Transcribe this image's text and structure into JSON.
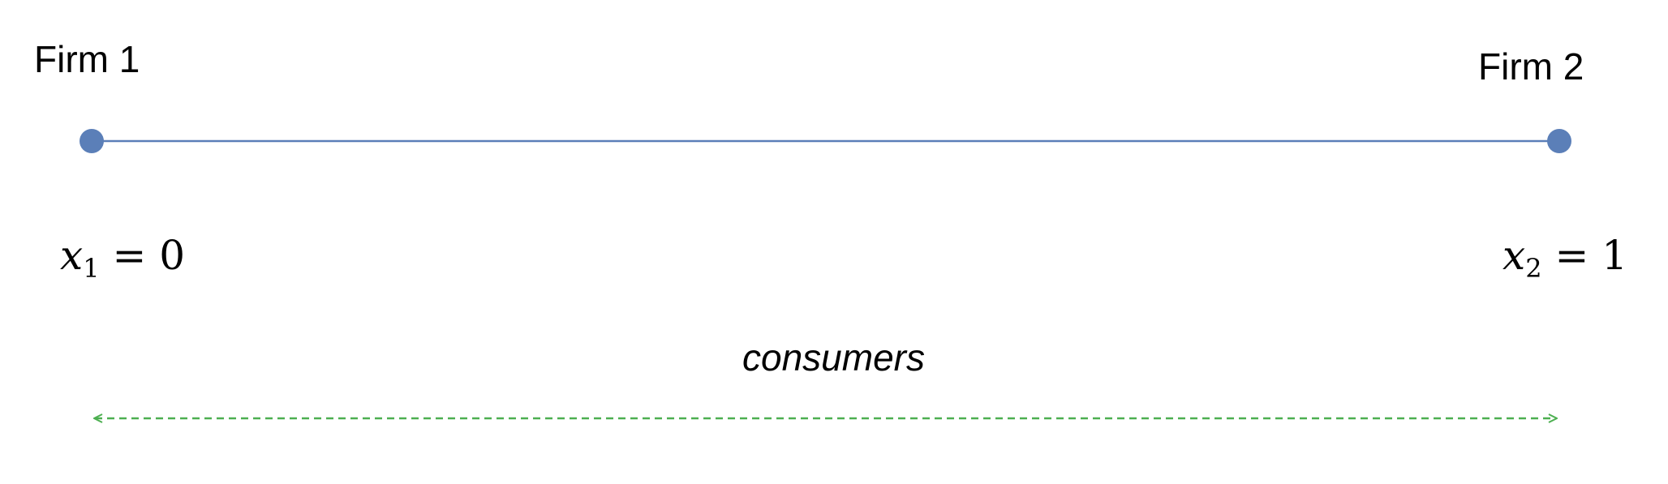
{
  "firm1": {
    "label": "Firm 1",
    "position_var": "x",
    "position_sub": "1",
    "position_value": "0"
  },
  "firm2": {
    "label": "Firm 2",
    "position_var": "x",
    "position_sub": "2",
    "position_value": "1"
  },
  "consumers_label": "consumers",
  "colors": {
    "line": "#5b7fb8",
    "dot": "#5b7fb8",
    "consumer_arrow": "#4caf50",
    "text": "#000000"
  }
}
